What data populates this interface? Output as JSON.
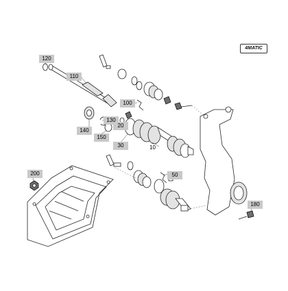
{
  "logo": {
    "text": "4MATIC"
  },
  "callouts": [
    {
      "id": "c120",
      "label": "120"
    },
    {
      "id": "c110",
      "label": "110"
    },
    {
      "id": "c100",
      "label": "100"
    },
    {
      "id": "c130",
      "label": "130"
    },
    {
      "id": "c140",
      "label": "140"
    },
    {
      "id": "c150",
      "label": "150"
    },
    {
      "id": "c20",
      "label": "20"
    },
    {
      "id": "c30",
      "label": "30"
    },
    {
      "id": "c50",
      "label": "50"
    },
    {
      "id": "c200",
      "label": "200"
    },
    {
      "id": "c180",
      "label": "180"
    }
  ],
  "tags": [
    {
      "id": "t10",
      "label": "10"
    }
  ]
}
